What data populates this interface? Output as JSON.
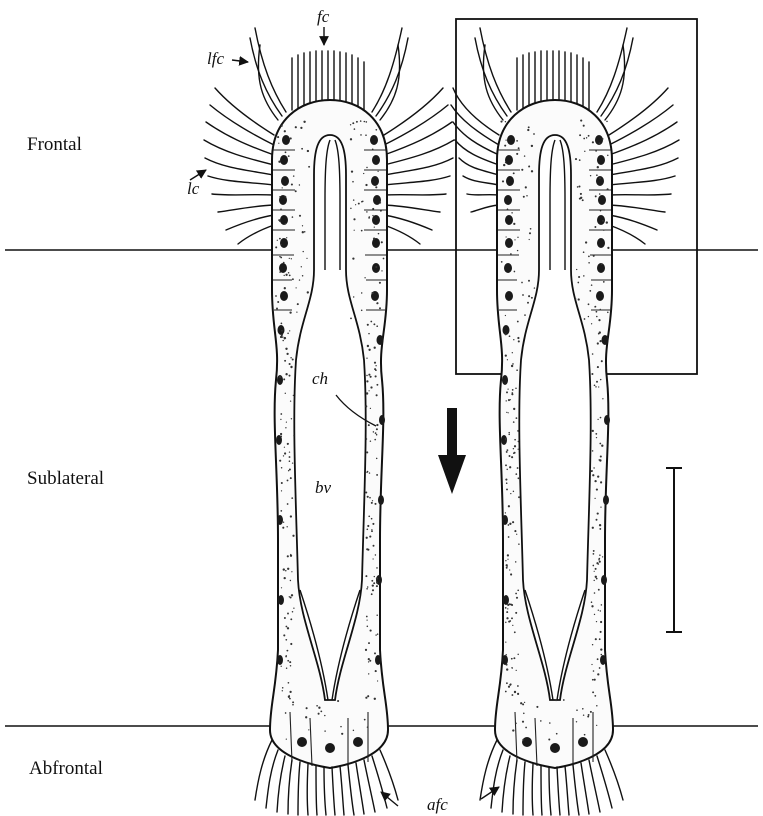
{
  "regions": {
    "frontal": "Frontal",
    "sublateral": "Sublateral",
    "abfrontal": "Abfrontal"
  },
  "labels": {
    "fc": "fc",
    "lfc": "lfc",
    "lc": "lc",
    "ch": "ch",
    "bv": "bv",
    "afc": "afc"
  }
}
